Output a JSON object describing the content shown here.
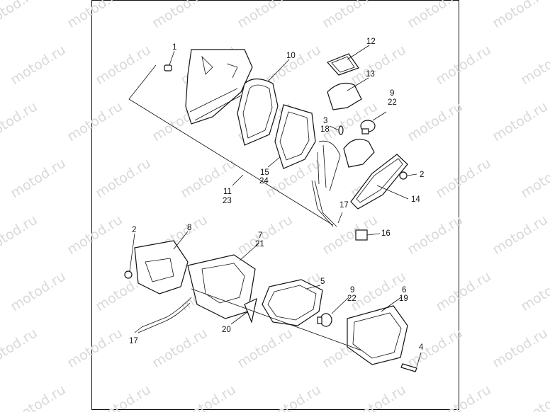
{
  "watermark": "motod.ru",
  "callouts": [
    "1",
    "10",
    "12",
    "13",
    "9",
    "22",
    "3",
    "18",
    "2",
    "15",
    "24",
    "11",
    "23",
    "14",
    "17",
    "16",
    "2",
    "8",
    "7",
    "21",
    "5",
    "9",
    "22",
    "6",
    "19",
    "20",
    "17",
    "4"
  ]
}
